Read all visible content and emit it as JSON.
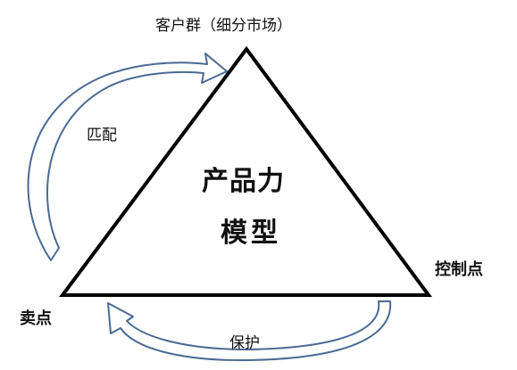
{
  "nodes": {
    "top": "客户群（细分市场）",
    "bottom_left": "卖点",
    "bottom_right": "控制点"
  },
  "center": {
    "line1": "产品力",
    "line2": "模型"
  },
  "arrows": {
    "left_arc_label": "匹配",
    "bottom_arc_label": "保护"
  },
  "colors": {
    "triangle_stroke": "#000000",
    "arrow_stroke": "#4a6a92",
    "arrow_fill": "#ffffff",
    "text": "#111111"
  }
}
